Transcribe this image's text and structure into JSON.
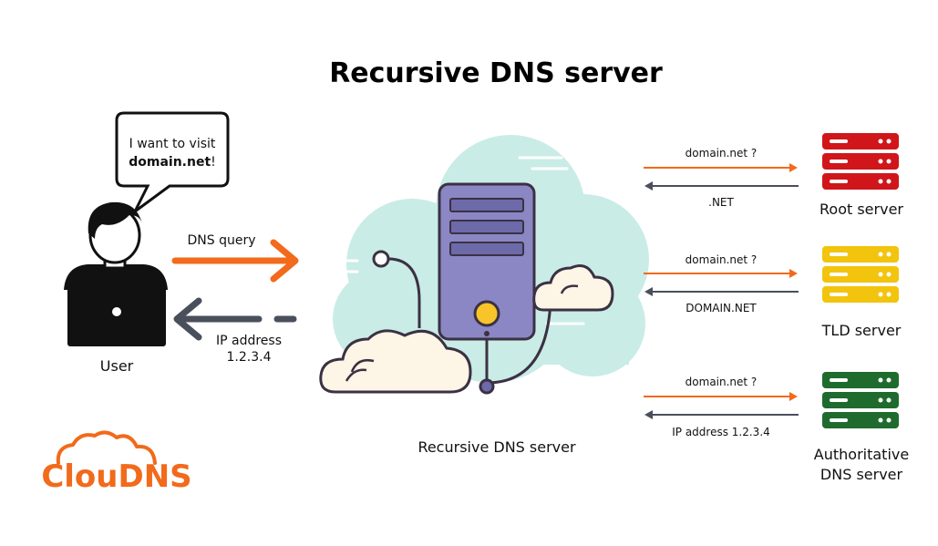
{
  "title": "Recursive DNS server",
  "user": {
    "bubble_line1": "I want to visit",
    "bubble_domain": "domain.net",
    "bubble_suffix": "!",
    "label": "User"
  },
  "flows": {
    "dns_query": "DNS query",
    "ip_line1": "IP address",
    "ip_line2": "1.2.3.4"
  },
  "center": {
    "label": "Recursive DNS server"
  },
  "servers": [
    {
      "name": "Root server",
      "query": "domain.net ?",
      "response": ".NET",
      "color": "#d0161a"
    },
    {
      "name": "TLD server",
      "query": "domain.net ?",
      "response": "DOMAIN.NET",
      "color": "#f2c40e"
    },
    {
      "name_line1": "Authoritative",
      "name_line2": "DNS server",
      "query": "domain.net ?",
      "response": "IP address 1.2.3.4",
      "color": "#1f6b2e"
    }
  ],
  "brand": {
    "logo": "ClouDNS"
  },
  "colors": {
    "orange": "#f26a1b",
    "slate": "#4a4f5c",
    "cloud": "#c9ece6",
    "server_body": "#8a87c4"
  },
  "icons": [
    "speech-bubble-icon",
    "user-icon",
    "laptop-icon",
    "server-tower-icon",
    "cloud-icon",
    "server-rack-icon",
    "cloudns-logo-icon"
  ]
}
